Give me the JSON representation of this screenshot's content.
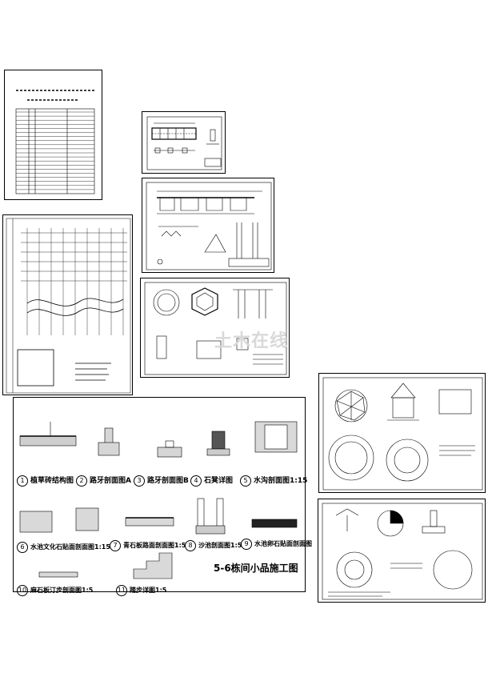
{
  "watermark": "土木在线",
  "sheet_five": {
    "title": "5-6栋间小品施工图",
    "details": [
      {
        "no": "1",
        "name": "植草砖结构图"
      },
      {
        "no": "2",
        "name": "路牙剖面图A"
      },
      {
        "no": "3",
        "name": "路牙剖面图B"
      },
      {
        "no": "4",
        "name": "石凳详图"
      },
      {
        "no": "5",
        "name": "水沟剖面图1:15"
      },
      {
        "no": "6",
        "name": "水池文化石贴面剖面图1:15"
      },
      {
        "no": "7",
        "name": "青石板路面剖面图1:5"
      },
      {
        "no": "8",
        "name": "沙池剖面图1:5"
      },
      {
        "no": "9",
        "name": "水池卵石贴面剖面图"
      },
      {
        "no": "10",
        "name": "麻石板汀步剖面图1:5"
      },
      {
        "no": "11",
        "name": "踏步详图1:5"
      }
    ]
  }
}
